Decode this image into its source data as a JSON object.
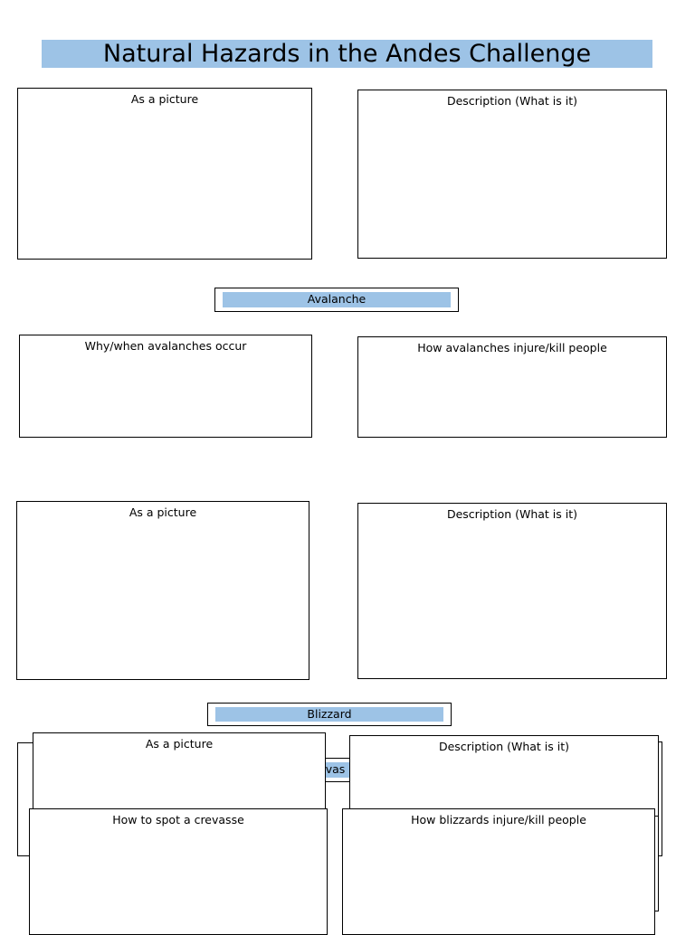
{
  "title": "Natural Hazards in the Andes Challenge",
  "avalanche": {
    "picture_label": "As a picture",
    "description_label": "Description (What is it)",
    "tag": "Avalanche",
    "why_when_label": "Why/when avalanches occur",
    "injure_label": "How avalanches injure/kill people"
  },
  "blizzard": {
    "picture_label": "As a picture",
    "description_label": "Description (What is it)",
    "tag": "Blizzard"
  },
  "crevasse": {
    "picture_label": "As a picture",
    "description_label": "Description (What is it)",
    "tag_partial": "evas",
    "spot_label": "How to spot a crevasse",
    "blizzard_injure_label": "How blizzards injure/kill people"
  },
  "colors": {
    "accent": "#9dc3e6"
  }
}
